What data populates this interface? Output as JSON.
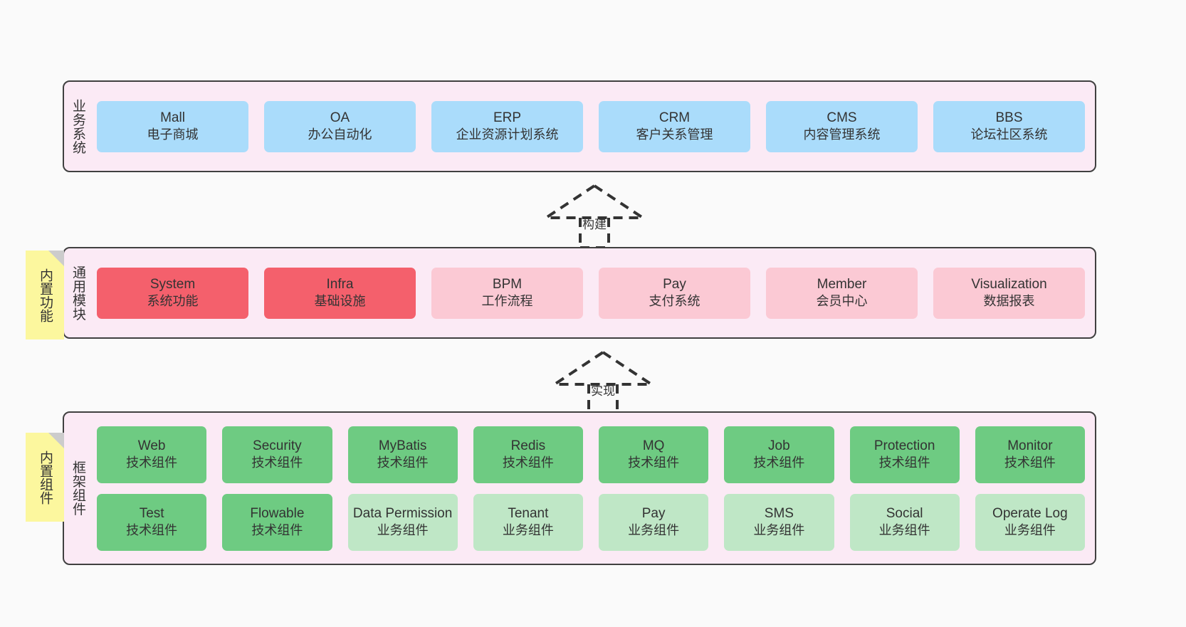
{
  "diagram": {
    "title": "",
    "background_color": "#fafafa",
    "layer_fill": "#fbeaf5",
    "layer_border": "#404040",
    "note_color": "#fcf79e",
    "note_fold_color": "#cccccc"
  },
  "notes": [
    {
      "label": "内置功能",
      "name": "builtin-functions"
    },
    {
      "label": "内置组件",
      "name": "builtin-components"
    }
  ],
  "connectors": [
    {
      "label": "构建",
      "style": "dashed-generalization",
      "direction": "up"
    },
    {
      "label": "实现",
      "style": "dashed-generalization",
      "direction": "up"
    }
  ],
  "layers": [
    {
      "id": "business",
      "title": "业务系统",
      "rows": [
        {
          "cards": [
            {
              "name": "Mall",
              "sub": "电子商城",
              "color": "#aadcfb"
            },
            {
              "name": "OA",
              "sub": "办公自动化",
              "color": "#aadcfb"
            },
            {
              "name": "ERP",
              "sub": "企业资源计划系统",
              "color": "#aadcfb"
            },
            {
              "name": "CRM",
              "sub": "客户关系管理",
              "color": "#aadcfb"
            },
            {
              "name": "CMS",
              "sub": "内容管理系统",
              "color": "#aadcfb"
            },
            {
              "name": "BBS",
              "sub": "论坛社区系统",
              "color": "#aadcfb"
            }
          ]
        }
      ]
    },
    {
      "id": "modules",
      "title": "通用模块",
      "rows": [
        {
          "cards": [
            {
              "name": "System",
              "sub": "系统功能",
              "color": "#f4606c"
            },
            {
              "name": "Infra",
              "sub": "基础设施",
              "color": "#f4606c"
            },
            {
              "name": "BPM",
              "sub": "工作流程",
              "color": "#fbc9d4"
            },
            {
              "name": "Pay",
              "sub": "支付系统",
              "color": "#fbc9d4"
            },
            {
              "name": "Member",
              "sub": "会员中心",
              "color": "#fbc9d4"
            },
            {
              "name": "Visualization",
              "sub": "数据报表",
              "color": "#fbc9d4"
            }
          ]
        }
      ]
    },
    {
      "id": "framework",
      "title": "框架组件",
      "rows": [
        {
          "cards": [
            {
              "name": "Web",
              "sub": "技术组件",
              "color": "#6ecb82"
            },
            {
              "name": "Security",
              "sub": "技术组件",
              "color": "#6ecb82"
            },
            {
              "name": "MyBatis",
              "sub": "技术组件",
              "color": "#6ecb82"
            },
            {
              "name": "Redis",
              "sub": "技术组件",
              "color": "#6ecb82"
            },
            {
              "name": "MQ",
              "sub": "技术组件",
              "color": "#6ecb82"
            },
            {
              "name": "Job",
              "sub": "技术组件",
              "color": "#6ecb82"
            },
            {
              "name": "Protection",
              "sub": "技术组件",
              "color": "#6ecb82"
            },
            {
              "name": "Monitor",
              "sub": "技术组件",
              "color": "#6ecb82"
            }
          ]
        },
        {
          "cards": [
            {
              "name": "Test",
              "sub": "技术组件",
              "color": "#6ecb82"
            },
            {
              "name": "Flowable",
              "sub": "技术组件",
              "color": "#6ecb82"
            },
            {
              "name": "Data Permission",
              "sub": "业务组件",
              "color": "#bfe7c6"
            },
            {
              "name": "Tenant",
              "sub": "业务组件",
              "color": "#bfe7c6"
            },
            {
              "name": "Pay",
              "sub": "业务组件",
              "color": "#bfe7c6"
            },
            {
              "name": "SMS",
              "sub": "业务组件",
              "color": "#bfe7c6"
            },
            {
              "name": "Social",
              "sub": "业务组件",
              "color": "#bfe7c6"
            },
            {
              "name": "Operate Log",
              "sub": "业务组件",
              "color": "#bfe7c6"
            }
          ]
        }
      ]
    }
  ]
}
